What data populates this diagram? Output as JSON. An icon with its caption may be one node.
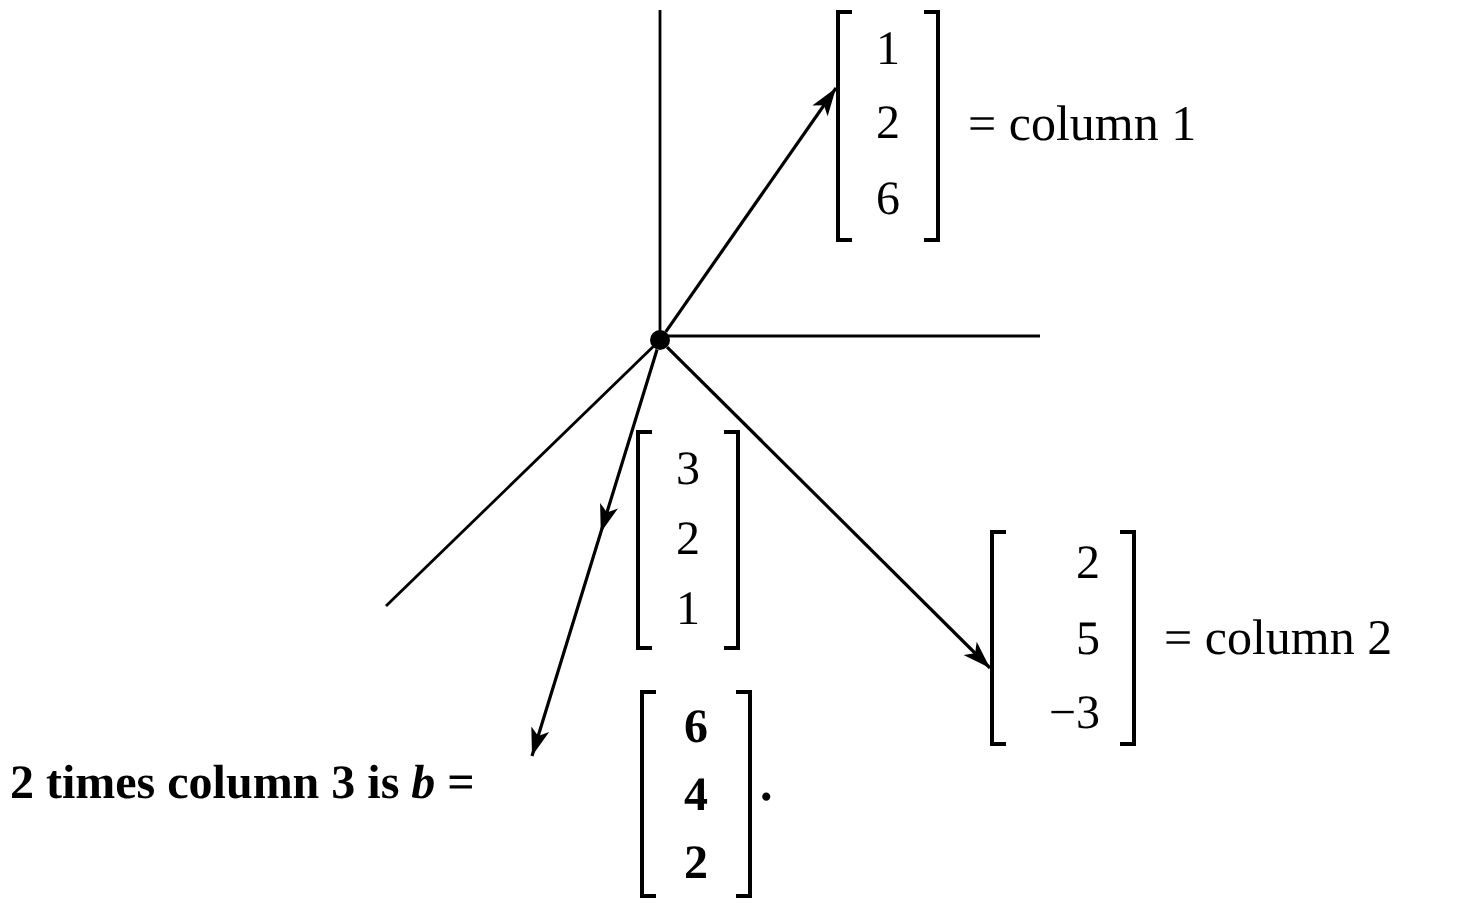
{
  "diagram": {
    "nodes": [
      {
        "text": [],
        "shape": "circle"
      },
      {
        "text": [
          "1",
          "2",
          "6"
        ],
        "beside": [
          "= column 1"
        ]
      },
      {
        "text": [
          "3",
          "2",
          "1"
        ]
      },
      {
        "text": [
          "2",
          "5",
          "−3"
        ],
        "beside": [
          "= column 2"
        ]
      },
      {
        "text": [
          "2 times column 3 is *b* ="
        ]
      },
      {
        "text": [
          "6",
          "4",
          "2"
        ],
        "beside": [
          "."
        ]
      }
    ],
    "edges": [
      {
        "from": 0,
        "to": 1,
        "arrow": "to"
      },
      {
        "from": 0,
        "to": 3,
        "arrow": "to"
      },
      {
        "from": 0,
        "to": 4,
        "arrow": "to"
      }
    ]
  }
}
